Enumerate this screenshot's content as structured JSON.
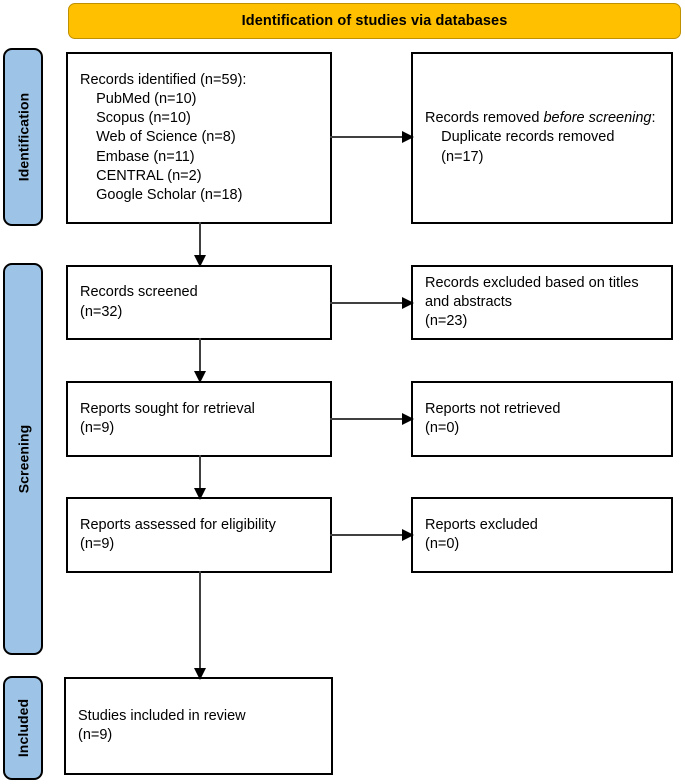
{
  "header": {
    "title": "Identification of studies via databases"
  },
  "stages": [
    {
      "id": "identification",
      "label": "Identification"
    },
    {
      "id": "screening",
      "label": "Screening"
    },
    {
      "id": "included",
      "label": "Included"
    }
  ],
  "boxes": {
    "records_identified": "Records identified (n=59):\n    PubMed (n=10)\n    Scopus (n=10)\n    Web of Science (n=8)\n    Embase (n=11)\n    CENTRAL (n=2)\n    Google Scholar (n=18)",
    "records_removed_prefix": "Records removed ",
    "records_removed_italic": "before screening",
    "records_removed_suffix": ":\n    Duplicate records removed\n    (n=17)",
    "records_screened": "Records screened\n(n=32)",
    "records_excluded": "Records excluded based on titles\nand abstracts\n(n=23)",
    "reports_sought": "Reports sought for retrieval\n(n=9)",
    "reports_not_retrieved": "Reports not retrieved\n(n=0)",
    "reports_assessed": "Reports assessed for eligibility\n(n=9)",
    "reports_excluded": "Reports excluded\n(n=0)",
    "studies_included": "Studies included in review\n(n=9)"
  },
  "counts": {
    "identified_total": 59,
    "pubmed": 10,
    "scopus": 10,
    "web_of_science": 8,
    "embase": 11,
    "central": 2,
    "google_scholar": 18,
    "duplicates_removed": 17,
    "screened": 32,
    "excluded_titles_abstracts": 23,
    "sought_for_retrieval": 9,
    "not_retrieved": 0,
    "assessed_for_eligibility": 9,
    "reports_excluded": 0,
    "studies_included": 9
  },
  "colors": {
    "header_fill": "#FFC000",
    "header_border": "#BF9000",
    "stage_fill": "#9DC3E6",
    "box_border": "#000000",
    "box_fill": "#FFFFFF",
    "connector": "#404040"
  }
}
